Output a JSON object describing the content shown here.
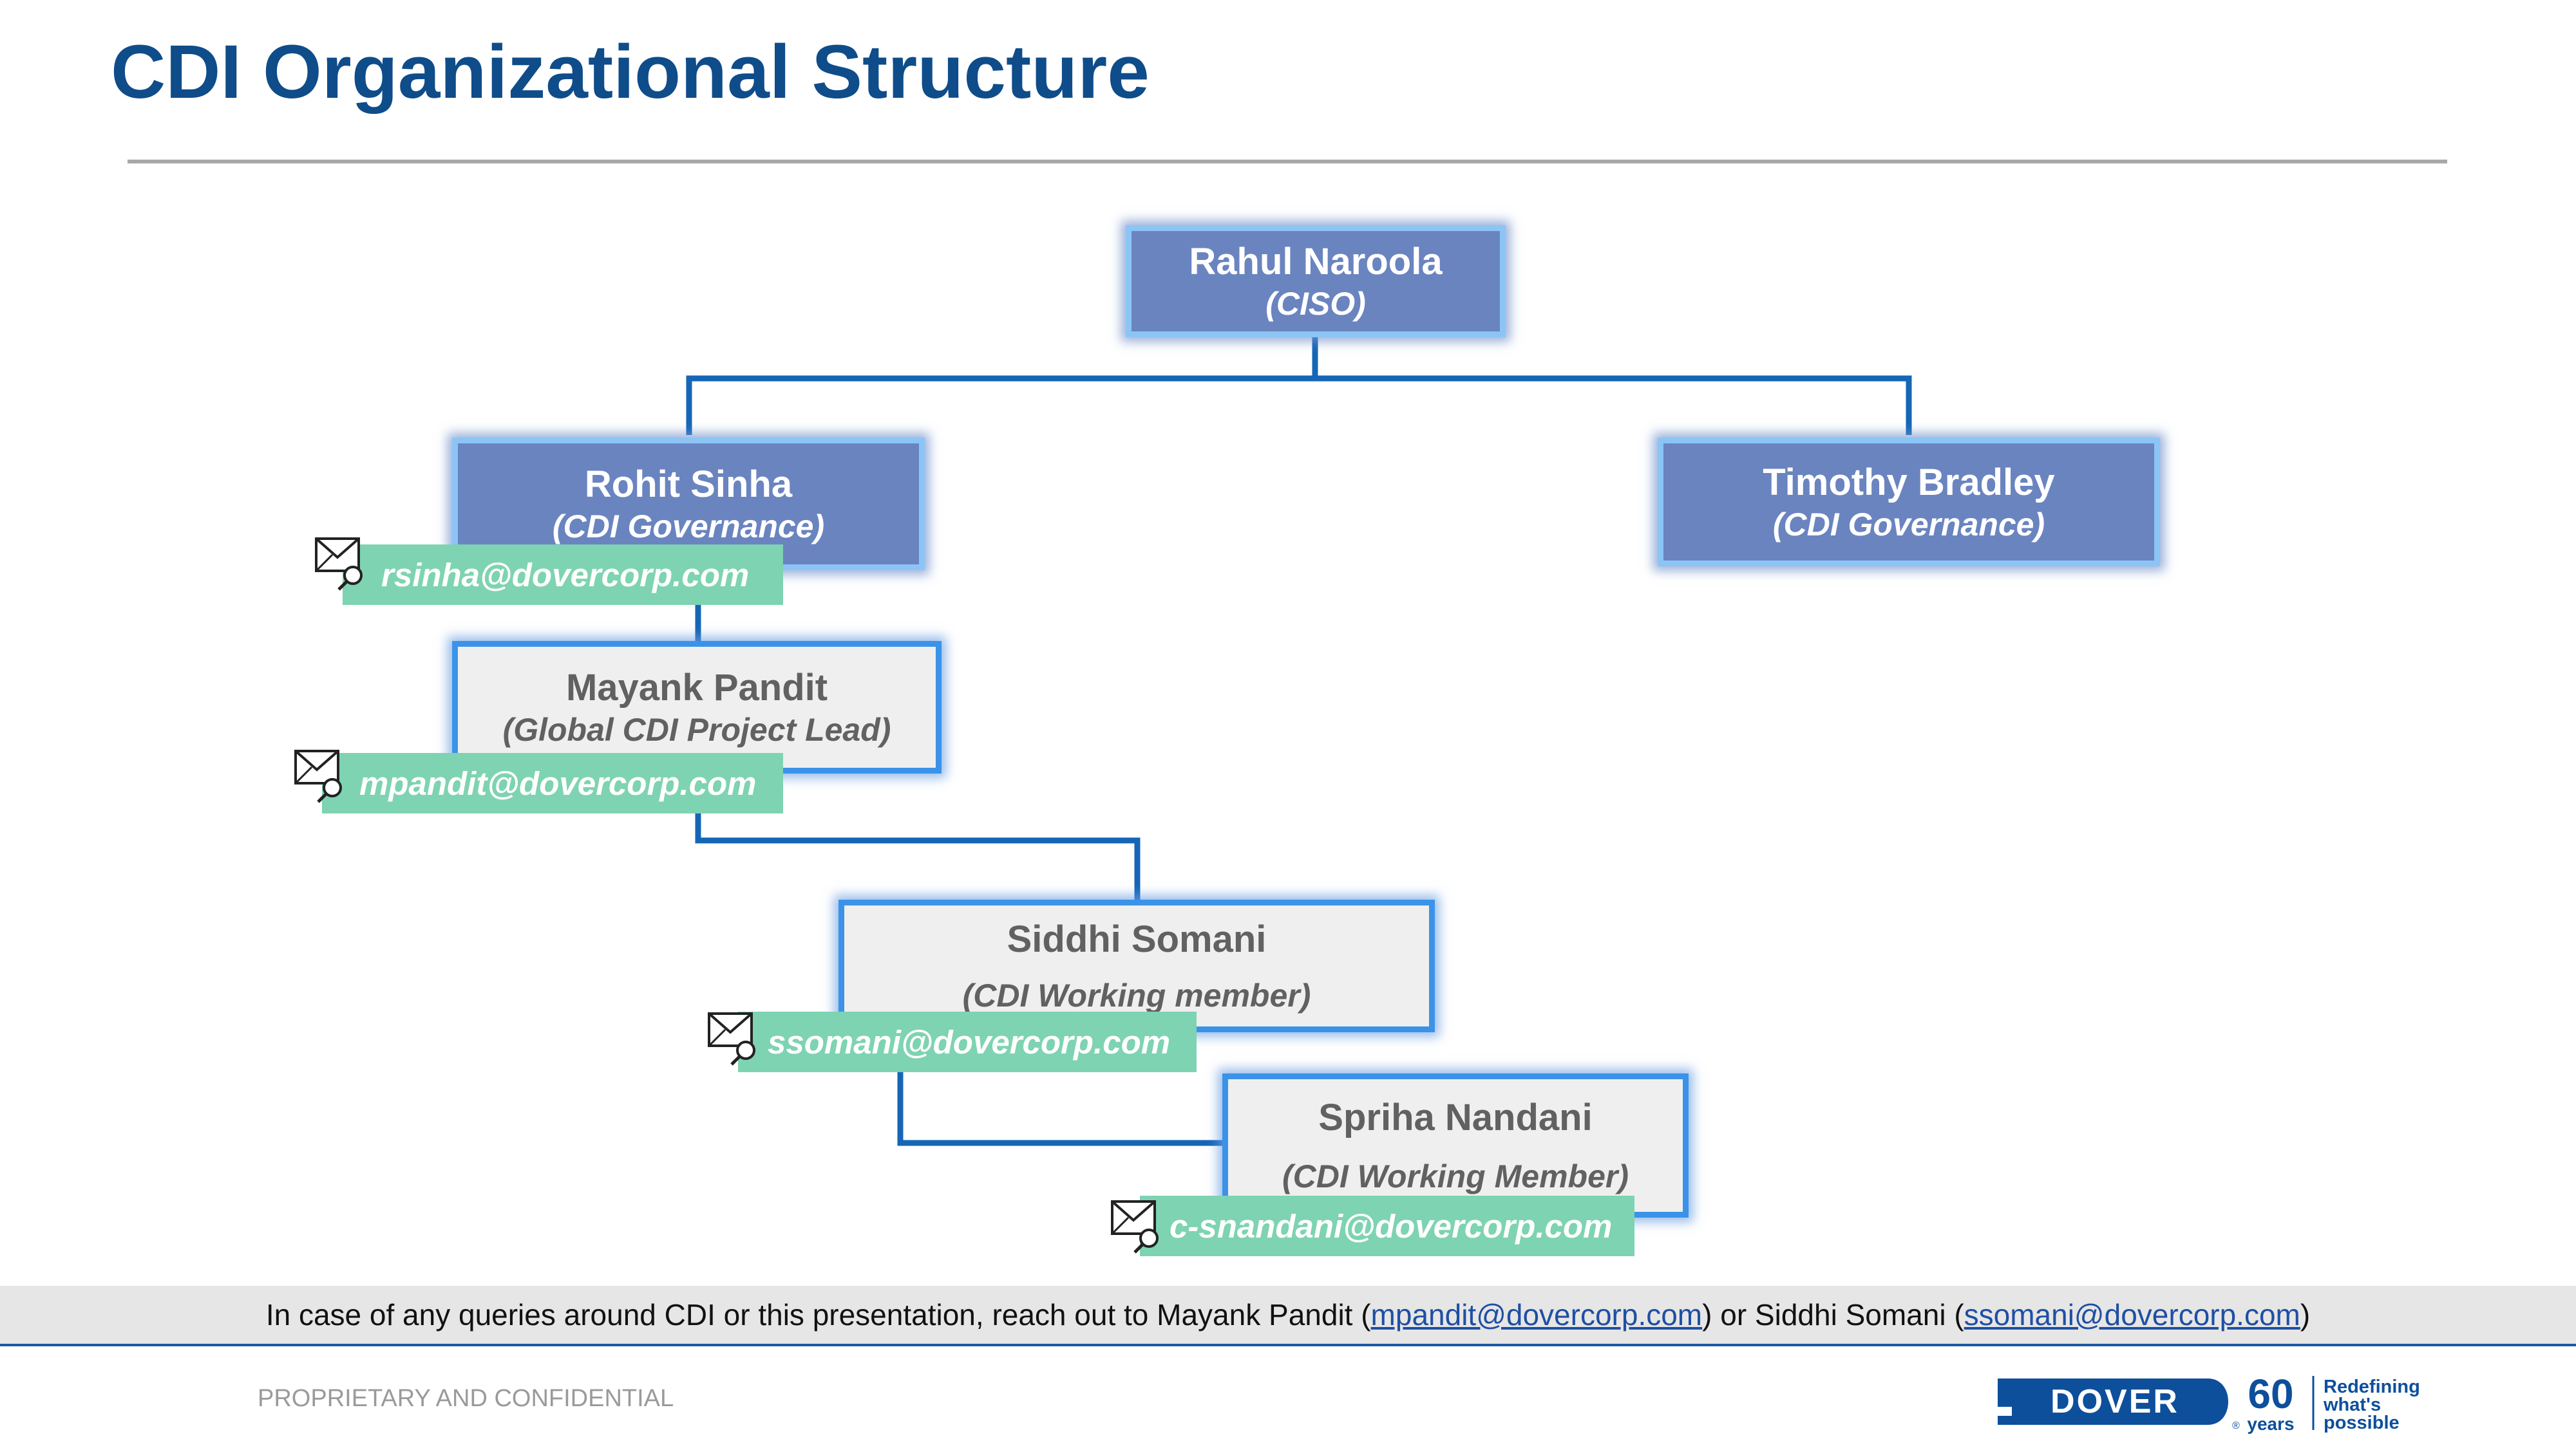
{
  "title": "CDI Organizational Structure",
  "people": {
    "rahul": {
      "name": "Rahul Naroola",
      "role": "(CISO)"
    },
    "rohit": {
      "name": "Rohit Sinha",
      "role": "(CDI Governance)",
      "email": "rsinha@dovercorp.com"
    },
    "timothy": {
      "name": "Timothy Bradley",
      "role": "(CDI Governance)"
    },
    "mayank": {
      "name": "Mayank Pandit",
      "role": "(Global CDI Project Lead)",
      "email": "mpandit@dovercorp.com"
    },
    "siddhi": {
      "name": "Siddhi Somani",
      "role": "(CDI Working member)",
      "email": "ssomani@dovercorp.com"
    },
    "spriha": {
      "name": "Spriha Nandani",
      "role": "(CDI Working Member)",
      "email": "c-snandani@dovercorp.com"
    }
  },
  "footer": {
    "text_before": "In case of any queries around CDI or this presentation, reach out to Mayank Pandit (",
    "link1": "mpandit@dovercorp.com",
    "text_middle": ") or Siddhi Somani (",
    "link2": "ssomani@dovercorp.com",
    "text_after": ")",
    "confidential": "PROPRIETARY AND CONFIDENTIAL"
  },
  "logo": {
    "brand": "DOVER",
    "registered": "®",
    "anniversary_number": "60",
    "anniversary_unit": "years",
    "tagline": [
      "Redefining",
      "what's",
      "possible"
    ]
  },
  "colors": {
    "title": "#0f4c8a",
    "connector": "#1566b7",
    "box_dark_fill": "#6a84c0",
    "box_light_fill": "#efefef",
    "email_fill": "#7ed3b2"
  }
}
